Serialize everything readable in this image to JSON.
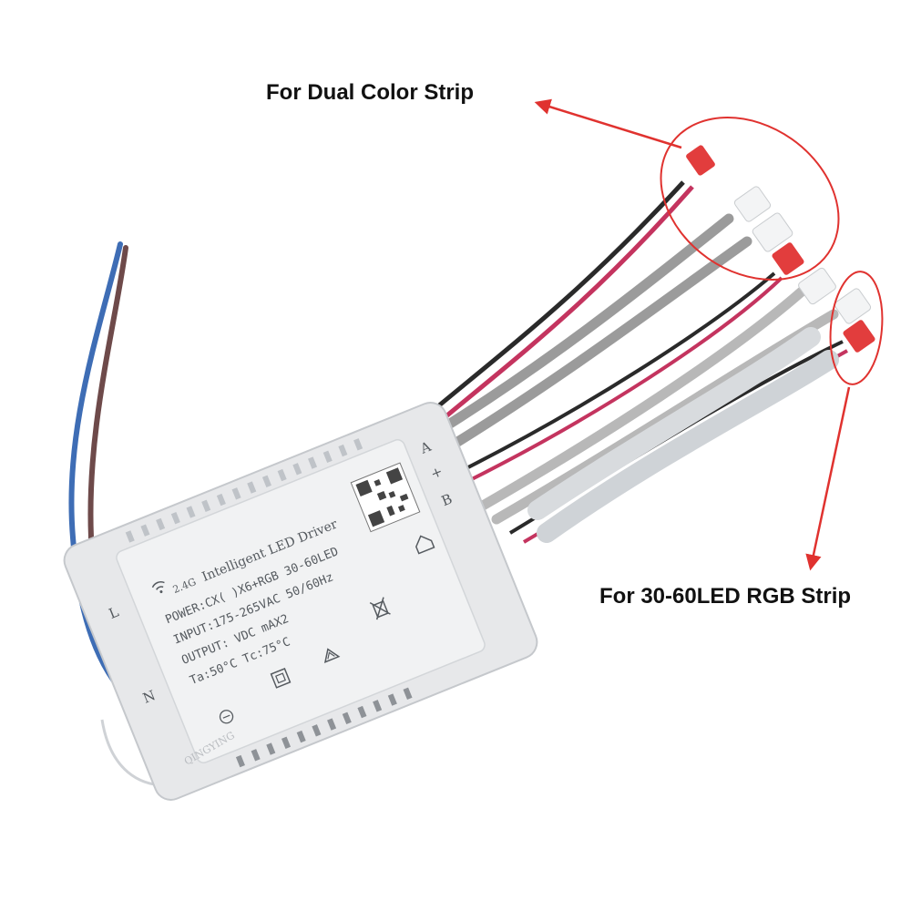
{
  "callouts": {
    "dual_color": "For Dual Color Strip",
    "rgb_strip": "For 30-60LED RGB Strip"
  },
  "driver_label": {
    "brand_band": "2.4G",
    "title": "Intelligent LED Driver",
    "power": "POWER:CX(     )X6+RGB 30-60LED",
    "input": "INPUT:175-265VAC 50/60Hz",
    "output": "OUTPUT:     VDC     mAX2",
    "temps": "Ta:50°C  Tc:75°C",
    "terminal_l": "L",
    "terminal_n": "N",
    "terminal_a": "A",
    "terminal_plus": "+",
    "terminal_b": "B"
  },
  "watermark": "QINGYING",
  "colors": {
    "annotation_red": "#e0322f",
    "wire_red": "#c4345f",
    "wire_black": "#2a2a2a",
    "wire_gray": "#9b9b9b",
    "wire_blue": "#3e6db5",
    "wire_brown": "#6e4a4a",
    "housing": "#e7e8ea"
  },
  "icons": [
    "wifi-icon",
    "recycle-icon",
    "crossed-bin-icon",
    "double-insulation-icon",
    "indoor-use-icon",
    "qr-code-icon"
  ]
}
